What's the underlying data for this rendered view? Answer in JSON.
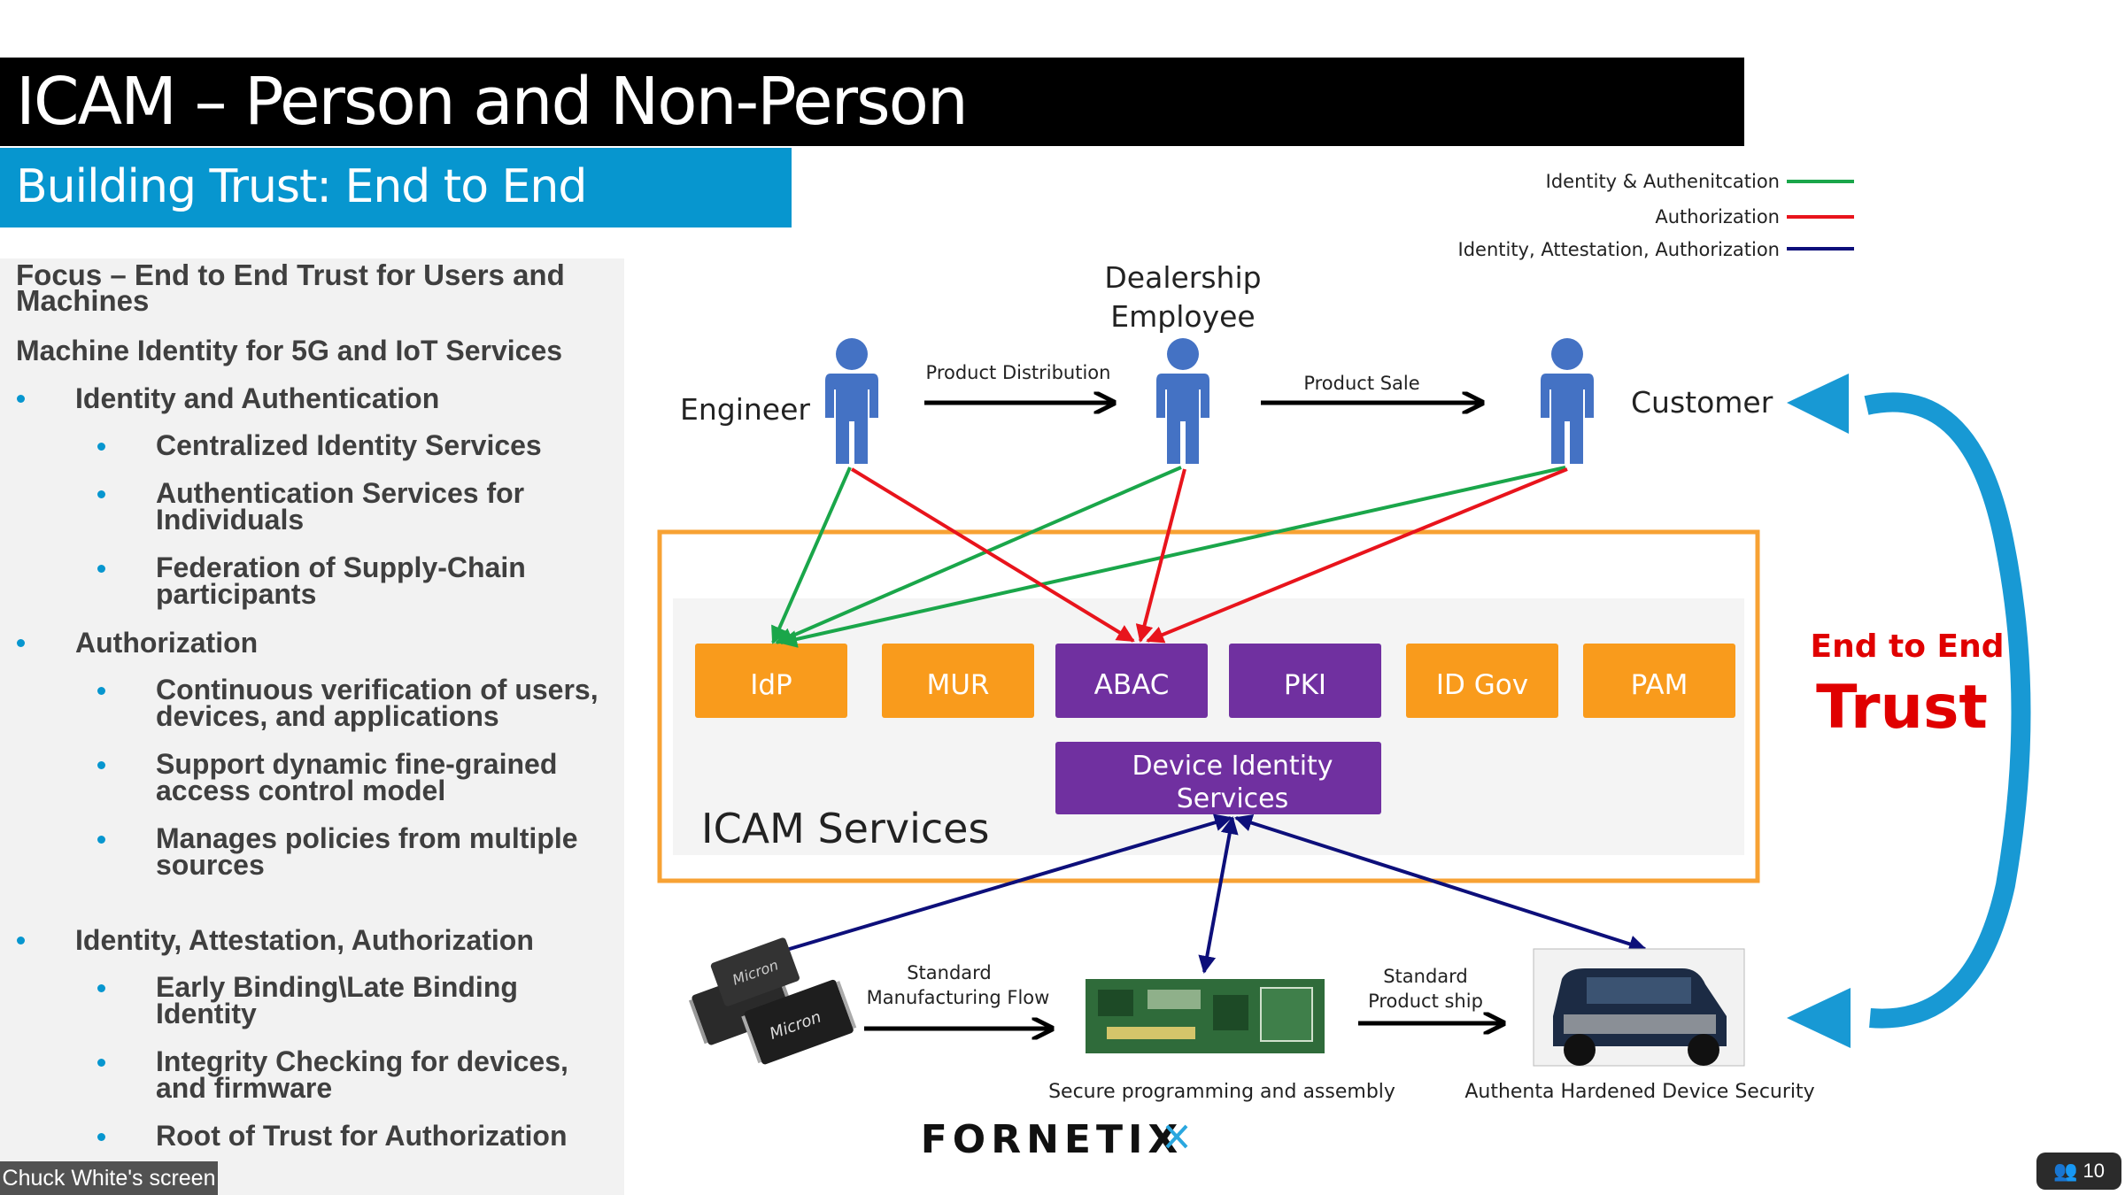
{
  "slide": {
    "title": "ICAM – Person and Non-Person",
    "subtitle": "Building Trust: End to End"
  },
  "left_panel": {
    "focus": [
      "Focus – End to End Trust for Users and",
      "Machines"
    ],
    "machine_identity": "Machine Identity for 5G and IoT Services",
    "sections": [
      {
        "label": "Identity and Authentication",
        "items": [
          [
            "Centralized Identity Services"
          ],
          [
            "Authentication Services for",
            "Individuals"
          ],
          [
            "Federation of Supply-Chain",
            "participants"
          ]
        ]
      },
      {
        "label": "Authorization",
        "items": [
          [
            "Continuous verification of users,",
            "devices, and applications"
          ],
          [
            "Support dynamic fine-grained",
            "access control model"
          ],
          [
            "Manages policies from multiple",
            "sources"
          ]
        ]
      },
      {
        "label": "Identity, Attestation, Authorization",
        "items": [
          [
            "Early Binding\\Late Binding",
            "Identity"
          ],
          [
            "Integrity Checking for devices,",
            "and firmware"
          ],
          [
            "Root of Trust for Authorization"
          ]
        ]
      }
    ]
  },
  "legend": [
    {
      "label": "Identity & Authenitcation",
      "color": "#1aa64a"
    },
    {
      "label": "Authorization",
      "color": "#e8141c"
    },
    {
      "label": "Identity, Attestation, Authorization",
      "color": "#0d0f7a"
    }
  ],
  "people": {
    "engineer": "Engineer",
    "dealership": [
      "Dealership",
      "Employee"
    ],
    "customer": "Customer"
  },
  "flows": {
    "product_distribution": "Product Distribution",
    "product_sale": "Product Sale",
    "standard_manufacturing": [
      "Standard",
      "Manufacturing Flow"
    ],
    "standard_product_ship": [
      "Standard",
      "Product ship"
    ]
  },
  "icam": {
    "label": "ICAM Services",
    "services": [
      {
        "label": "IdP",
        "color": "#f99b1c"
      },
      {
        "label": "MUR",
        "color": "#f99b1c"
      },
      {
        "label": "ABAC",
        "color": "#7030a0"
      },
      {
        "label": "PKI",
        "color": "#7030a0"
      },
      {
        "label": "ID Gov",
        "color": "#f99b1c"
      },
      {
        "label": "PAM",
        "color": "#f99b1c"
      }
    ],
    "device_identity": [
      "Device Identity",
      "Services"
    ]
  },
  "devices": {
    "chip_brand": "Micron",
    "pcb_caption": "Secure programming and assembly",
    "truck_caption": "Authenta Hardened Device Security"
  },
  "trust": {
    "line1": "End to End",
    "line2": "Trust"
  },
  "brand": "FORNETIX",
  "meeting": {
    "screen_label": "Chuck White's screen",
    "participant_count": "10"
  },
  "colors": {
    "accent_blue": "#0796cf",
    "orange_box": "#f99b1c",
    "purple_box": "#7030a0",
    "person_blue": "#4472c4",
    "trust_red": "#e00000"
  }
}
